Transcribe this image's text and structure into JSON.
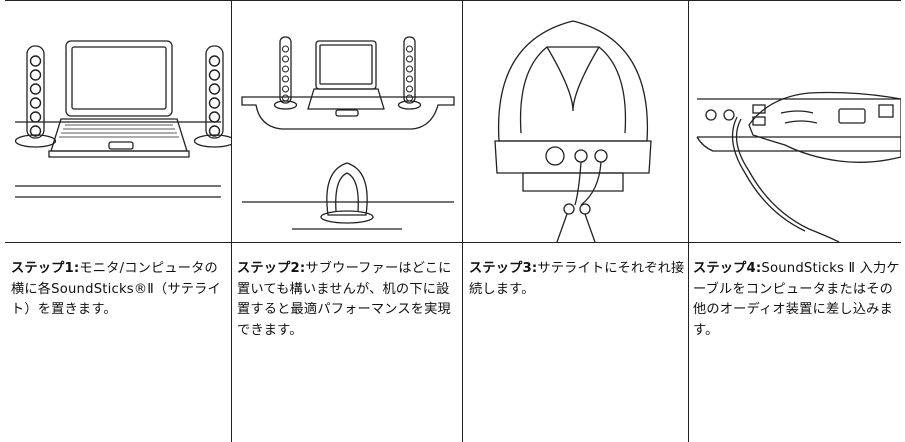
{
  "steps": [
    {
      "label": "ステップ1:",
      "text": "モニタ/コンピュータの横に各SoundSticks®Ⅱ（サテライト）を置きます。"
    },
    {
      "label": "ステップ2:",
      "text": "サブウーファーはどこに置いても構いませんが、机の下に設置すると最適パフォーマンスを実現できます。"
    },
    {
      "label": "ステップ3:",
      "text": "サテライトにそれぞれ接続します。"
    },
    {
      "label": "ステップ4:",
      "text": "SoundSticks Ⅱ 入力ケーブルをコンピュータまたはその他のオーディオ装置に差し込みます。"
    }
  ]
}
